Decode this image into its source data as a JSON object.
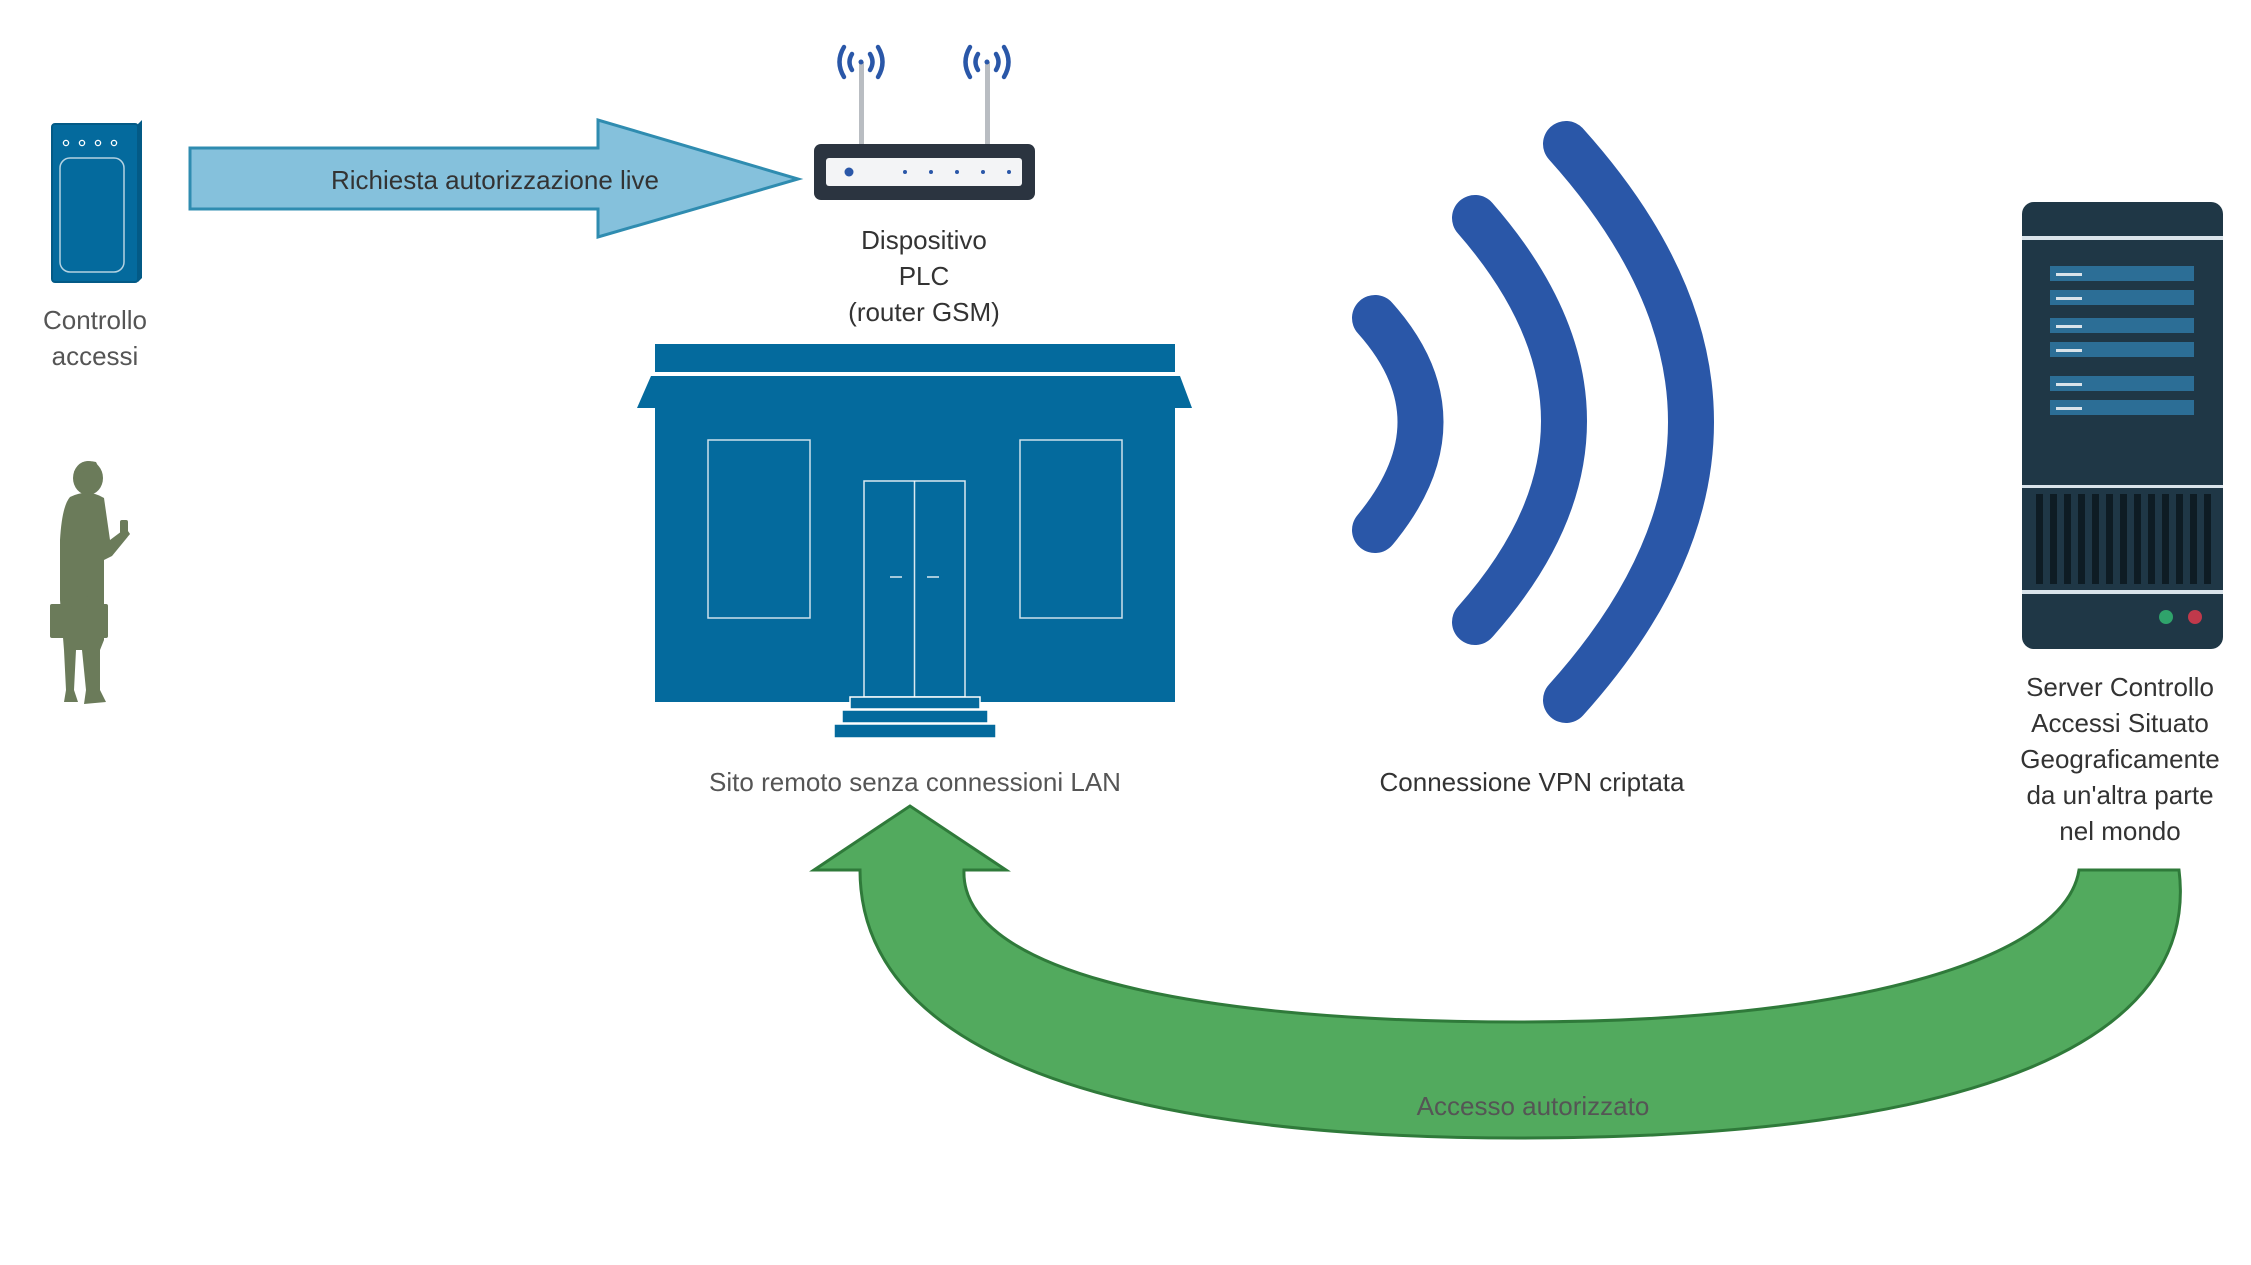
{
  "access_control": {
    "label_line1": "Controllo",
    "label_line2": "accessi"
  },
  "request_arrow": {
    "label": "Richiesta autorizzazione live",
    "fill": "#85C1DC",
    "stroke": "#2F8CB0"
  },
  "plc_device": {
    "label_line1": "Dispositivo",
    "label_line2": "PLC",
    "label_line3": "(router GSM)",
    "wifi_color": "#2A57A8"
  },
  "remote_site": {
    "label": "Sito remoto senza connessioni LAN",
    "color": "#046A9D"
  },
  "vpn": {
    "label": "Connessione VPN criptata",
    "color": "#2A57A8"
  },
  "server": {
    "label_line1": "Server Controllo",
    "label_line2": "Accessi Situato",
    "label_line3": "Geograficamente",
    "label_line4": "da un'altra parte",
    "label_line5": "nel mondo",
    "color": "#1F3746",
    "accent": "#2C6E96"
  },
  "return_arrow": {
    "label": "Accesso autorizzato",
    "fill": "#52AA5E",
    "stroke": "#2F7A3A"
  },
  "person": {
    "color": "#6B7B5A"
  }
}
